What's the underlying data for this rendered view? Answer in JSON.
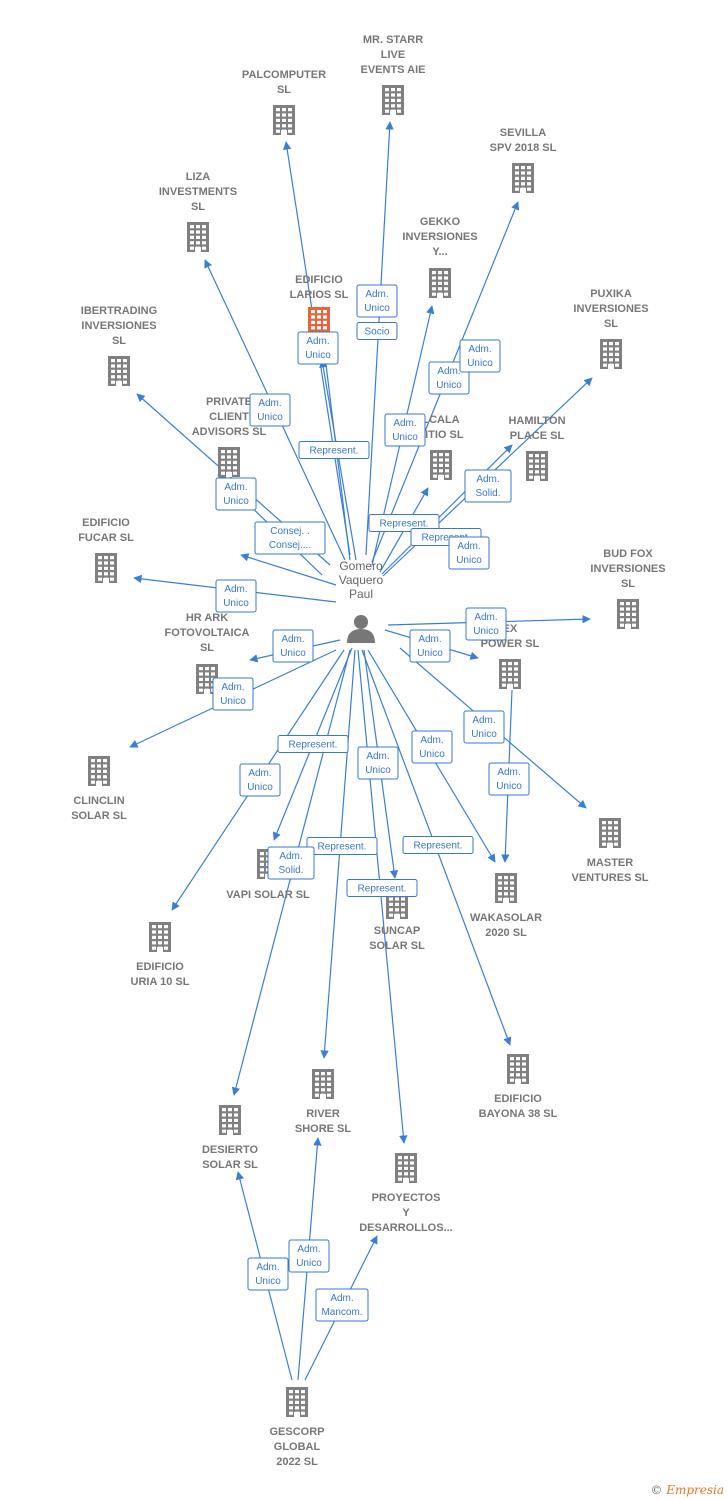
{
  "colors": {
    "edge": "#3a7fd4",
    "building": "#808080",
    "highlight": "#e8643c",
    "person": "#777777"
  },
  "person": {
    "id": "gomero",
    "lines": [
      "Gomero",
      "Vaquero",
      "Paul"
    ],
    "icon": "person-icon"
  },
  "companies": [
    {
      "id": "palcomputer",
      "lines": [
        "PALCOMPUTER",
        "SL"
      ]
    },
    {
      "id": "mrstarr",
      "lines": [
        "MR.  STARR",
        "LIVE",
        "EVENTS  AIE"
      ]
    },
    {
      "id": "sevilla",
      "lines": [
        "SEVILLA",
        "SPV 2018  SL"
      ]
    },
    {
      "id": "liza",
      "lines": [
        "LIZA",
        "INVESTMENTS",
        "SL"
      ]
    },
    {
      "id": "gekko",
      "lines": [
        "GEKKO",
        "INVERSIONES",
        "Y..."
      ]
    },
    {
      "id": "larios",
      "lines": [
        "EDIFICIO",
        "LARIOS  SL"
      ],
      "highlight": true
    },
    {
      "id": "puxika",
      "lines": [
        "PUXIKA",
        "INVERSIONES",
        "SL"
      ]
    },
    {
      "id": "ibertrading",
      "lines": [
        "IBERTRADING",
        "INVERSIONES",
        "SL"
      ]
    },
    {
      "id": "private",
      "lines": [
        "PRIVATE",
        "CLIENT",
        "ADVISORS  SL"
      ]
    },
    {
      "id": "alcala",
      "lines": [
        "LCALA",
        "LITIO  SL"
      ]
    },
    {
      "id": "hamilton",
      "lines": [
        "HAMILTON",
        "PLACE  SL"
      ]
    },
    {
      "id": "fucar",
      "lines": [
        "EDIFICIO",
        "FUCAR  SL"
      ]
    },
    {
      "id": "budfox",
      "lines": [
        "BUD FOX",
        "INVERSIONES",
        "SL"
      ]
    },
    {
      "id": "hrark",
      "lines": [
        "HR ARK",
        "FOTOVOLTAICA",
        "SL"
      ]
    },
    {
      "id": "flex",
      "lines": [
        "EX",
        "POWER  SL"
      ]
    },
    {
      "id": "clinclin",
      "lines": [
        "CLINCLIN",
        "SOLAR  SL"
      ]
    },
    {
      "id": "master",
      "lines": [
        "MASTER",
        "VENTURES  SL"
      ]
    },
    {
      "id": "vapi",
      "lines": [
        "VAPI SOLAR SL"
      ]
    },
    {
      "id": "suncap",
      "lines": [
        "SUNCAP",
        "SOLAR  SL"
      ]
    },
    {
      "id": "wakasolar",
      "lines": [
        "WAKASOLAR",
        "2020  SL"
      ]
    },
    {
      "id": "uria",
      "lines": [
        "EDIFICIO",
        "URIA 10  SL"
      ]
    },
    {
      "id": "bayona",
      "lines": [
        "EDIFICIO",
        "BAYONA 38  SL"
      ]
    },
    {
      "id": "river",
      "lines": [
        "RIVER",
        "SHORE  SL"
      ]
    },
    {
      "id": "desierto",
      "lines": [
        "DESIERTO",
        "SOLAR  SL"
      ]
    },
    {
      "id": "proyectos",
      "lines": [
        "PROYECTOS",
        "Y",
        "DESARROLLOS..."
      ]
    },
    {
      "id": "gescorp",
      "lines": [
        "GESCORP",
        "GLOBAL",
        "2022  SL"
      ]
    }
  ],
  "relations": [
    {
      "id": "r-palcomputer",
      "lines": [
        "Adm.",
        "Unico"
      ]
    },
    {
      "id": "r-mrstarr-socio",
      "lines": [
        "Socio"
      ]
    },
    {
      "id": "r-larios",
      "lines": [
        "Adm.",
        "Unico"
      ]
    },
    {
      "id": "r-gekko",
      "lines": [
        "Adm.",
        "Unico"
      ]
    },
    {
      "id": "r-sevilla",
      "lines": [
        "Adm.",
        "Unico"
      ]
    },
    {
      "id": "r-liza",
      "lines": [
        "Adm.",
        "Unico"
      ]
    },
    {
      "id": "r-larios-rep",
      "lines": [
        "Represent."
      ]
    },
    {
      "id": "r-alcala",
      "lines": [
        "Adm.",
        "Unico"
      ]
    },
    {
      "id": "r-hamilton",
      "lines": [
        "Adm.",
        "Solid."
      ]
    },
    {
      "id": "r-ibertrading",
      "lines": [
        "Adm.",
        "Unico"
      ]
    },
    {
      "id": "r-represent-1",
      "lines": [
        "Represent."
      ]
    },
    {
      "id": "r-represent-2",
      "lines": [
        "Represent."
      ]
    },
    {
      "id": "r-consej",
      "lines": [
        "Consej. .",
        "Consej...."
      ]
    },
    {
      "id": "r-puxika",
      "lines": [
        "Adm.",
        "Unico"
      ]
    },
    {
      "id": "r-fucar",
      "lines": [
        "Adm.",
        "Unico"
      ]
    },
    {
      "id": "r-budfox",
      "lines": [
        "Adm.",
        "Unico"
      ]
    },
    {
      "id": "r-hrark",
      "lines": [
        "Adm.",
        "Unico"
      ]
    },
    {
      "id": "r-flex",
      "lines": [
        "Adm.",
        "Unico"
      ]
    },
    {
      "id": "r-clinclin",
      "lines": [
        "Adm.",
        "Unico"
      ]
    },
    {
      "id": "r-master",
      "lines": [
        "Adm.",
        "Unico"
      ]
    },
    {
      "id": "r-vapi",
      "lines": [
        "Adm.",
        "Unico"
      ]
    },
    {
      "id": "r-suncap",
      "lines": [
        "Adm.",
        "Unico"
      ]
    },
    {
      "id": "r-wakasolar-rep",
      "lines": [
        "Represent."
      ]
    },
    {
      "id": "r-wakasolar",
      "lines": [
        "Adm.",
        "Unico"
      ]
    },
    {
      "id": "r-uria",
      "lines": [
        "Adm.",
        "Unico"
      ]
    },
    {
      "id": "r-desierto-rep",
      "lines": [
        "Represent."
      ]
    },
    {
      "id": "r-vapi-rep",
      "lines": [
        "Represent."
      ]
    },
    {
      "id": "r-bayona",
      "lines": [
        "Adm.",
        "Solid."
      ]
    },
    {
      "id": "r-proyectos-rep",
      "lines": [
        "Represent."
      ]
    },
    {
      "id": "r-gescorp-desierto",
      "lines": [
        "Adm.",
        "Unico"
      ]
    },
    {
      "id": "r-gescorp-river",
      "lines": [
        "Adm.",
        "Unico"
      ]
    },
    {
      "id": "r-gescorp-proyectos",
      "lines": [
        "Adm.",
        "Mancom."
      ]
    }
  ],
  "watermark": {
    "copyright": "©",
    "brand": "Empresia"
  }
}
